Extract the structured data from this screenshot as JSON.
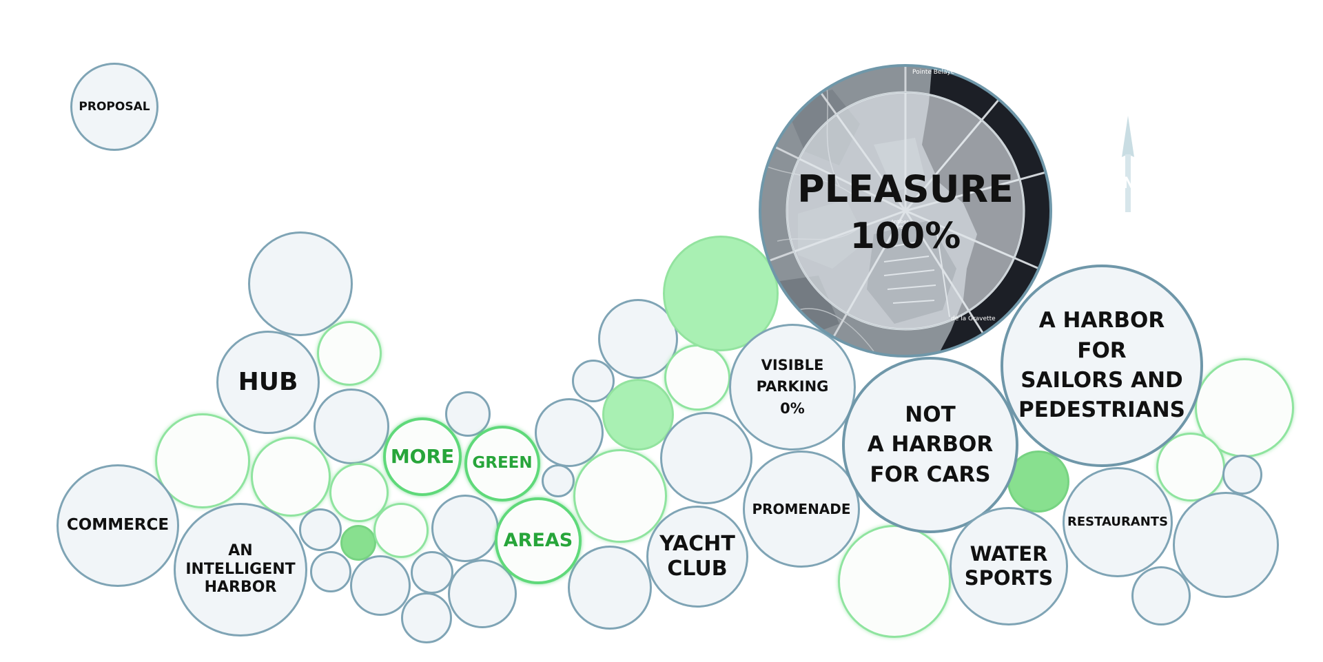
{
  "labels": {
    "proposal": "PROPOSAL",
    "pleasure": "PLEASURE",
    "pleasure_pct": "100%",
    "hub": "HUB",
    "more": "MORE",
    "green": "GREEN",
    "areas": "AREAS",
    "commerce": "COMMERCE",
    "intelligent": [
      "AN",
      "INTELLIGENT",
      "HARBOR"
    ],
    "yacht": [
      "YACHT",
      "CLUB"
    ],
    "parking": [
      "VISIBLE",
      "PARKING",
      "0%"
    ],
    "promenade": "PROMENADE",
    "cars": [
      "NOT",
      "A HARBOR",
      "FOR CARS"
    ],
    "sailors": [
      "A HARBOR",
      "FOR",
      "SAILORS AND",
      "PEDESTRIANS"
    ],
    "water": [
      "WATER",
      "SPORTS"
    ],
    "restaurants": "RESTAURANTS"
  },
  "map": {
    "label_top": "Pointe Belaye",
    "label_bottom": "de la Gravette",
    "label_center": "Antibes Harbor"
  },
  "compass": {
    "letter": "N"
  },
  "colors": {
    "bubble_border": "#7fa4b5",
    "green_ring": "#8fe49f",
    "green_fill": "#a9f0b3",
    "green_text": "#27a53a",
    "map_dark": "#1c1f26"
  }
}
